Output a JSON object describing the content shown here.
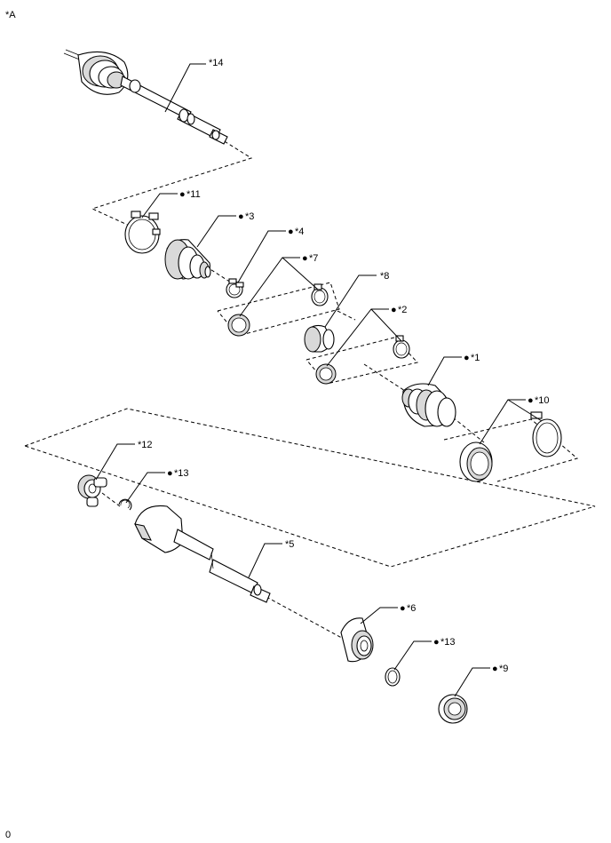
{
  "header": {
    "view_label": "*A"
  },
  "footer": {
    "code": "0"
  },
  "callouts": {
    "c14": "*14",
    "c11": "*11",
    "c3": "*3",
    "c4": "*4",
    "c7": "*7",
    "c8": "*8",
    "c2": "*2",
    "c1": "*1",
    "c10": "*10",
    "c12": "*12",
    "c13a": "*13",
    "c5": "*5",
    "c6": "*6",
    "c13b": "*13",
    "c9": "*9"
  },
  "bullet_glyph": "●"
}
